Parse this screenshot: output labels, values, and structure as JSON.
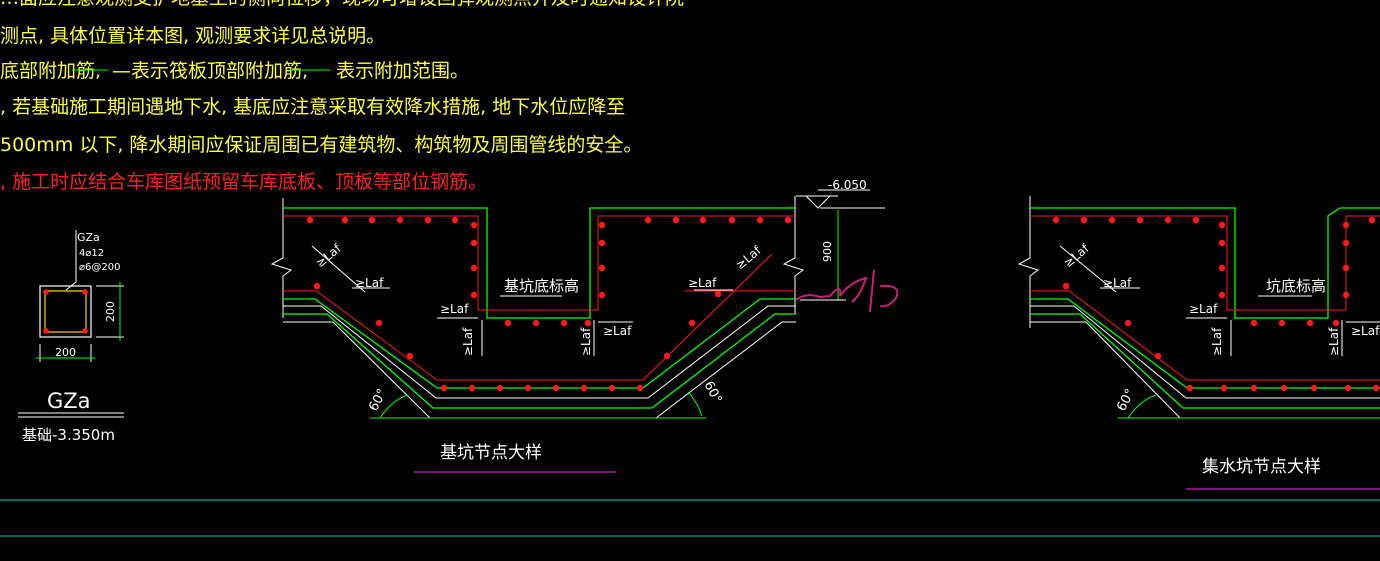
{
  "notes": {
    "line1": "…面应注意观测支护地基土的侧向位移，现场可增设回弹观测点并及时通知设计院",
    "line2": "测点, 具体位置详本图, 观测要求详见总说明。",
    "line3a": "底部附加筋,",
    "line3b": "—表示筏板顶部附加筋,",
    "line3c": "表示附加范围。",
    "line4": ", 若基础施工期间遇地下水, 基底应注意采取有效降水措施, 地下水位应降至",
    "line5": "500mm 以下, 降水期间应保证周围已有建筑物、构筑物及周围管线的安全。",
    "line6": ", 施工时应结合车库图纸预留车库底板、顶板等部位钢筋。"
  },
  "column": {
    "label_top": "GZa",
    "rebar_main": "4⌀12",
    "rebar_stirrup": "⌀6@200",
    "dim_width": "200",
    "dim_height": "200",
    "title": "GZa",
    "base_elev": "基础-3.350m"
  },
  "pit_detail": {
    "elevation": "-6.050",
    "depth_dim": "900",
    "anchor_label": "≥Laf",
    "bottom_label": "基坑底标高",
    "angle_left": "60°",
    "angle_right": "60°",
    "title": "基坑节点大样",
    "handwritten": "-6.95"
  },
  "sump_detail": {
    "anchor_label": "≥Laf",
    "bottom_label": "坑底标高",
    "angle_left": "60°",
    "title": "集水坑节点大样"
  },
  "colors": {
    "background": "#000000",
    "note_yellow": "#ffff3f",
    "note_red": "#ff2020",
    "rebar_dot": "#ff1a1a",
    "outline": "#00ff00",
    "dim_line": "#ffffff",
    "title_underline": "#cc22cc",
    "frame_line": "#00c8c8",
    "handwritten": "#c8207a"
  }
}
